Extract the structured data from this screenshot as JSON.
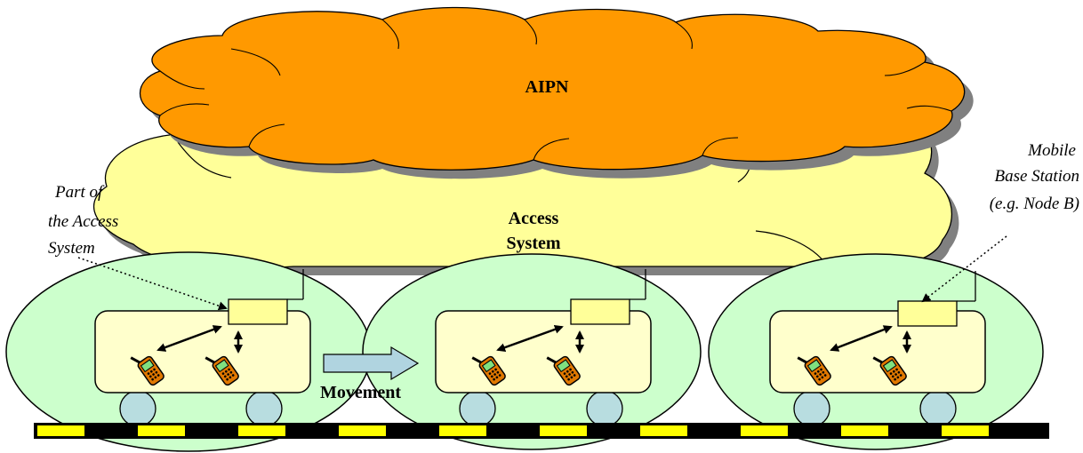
{
  "colors": {
    "aipn_cloud": "#ff9900",
    "access_cloud": "#ffff99",
    "cloud_shadow": "#808080",
    "cell_ellipse": "#ccffcc",
    "vehicle_body": "#ffffcc",
    "base_station": "#ffff99",
    "wheel": "#b8dde0",
    "movement_arrow": "#b0d4e0",
    "rail_dark": "#000000",
    "rail_light": "#ffff00",
    "phone_body": "#e07800"
  },
  "labels": {
    "aipn": "AIPN",
    "access_line1": "Access",
    "access_line2": "System",
    "movement": "Movement",
    "part_line1": "Part of",
    "part_line2": "the Access",
    "part_line3": "System",
    "mobile_line1": "Mobile",
    "mobile_line2": "Base Station",
    "mobile_line3": "(e.g. Node B)"
  },
  "icons": {
    "phone": "mobile-phone-icon",
    "base_station": "base-station-icon",
    "movement": "movement-arrow-icon"
  }
}
